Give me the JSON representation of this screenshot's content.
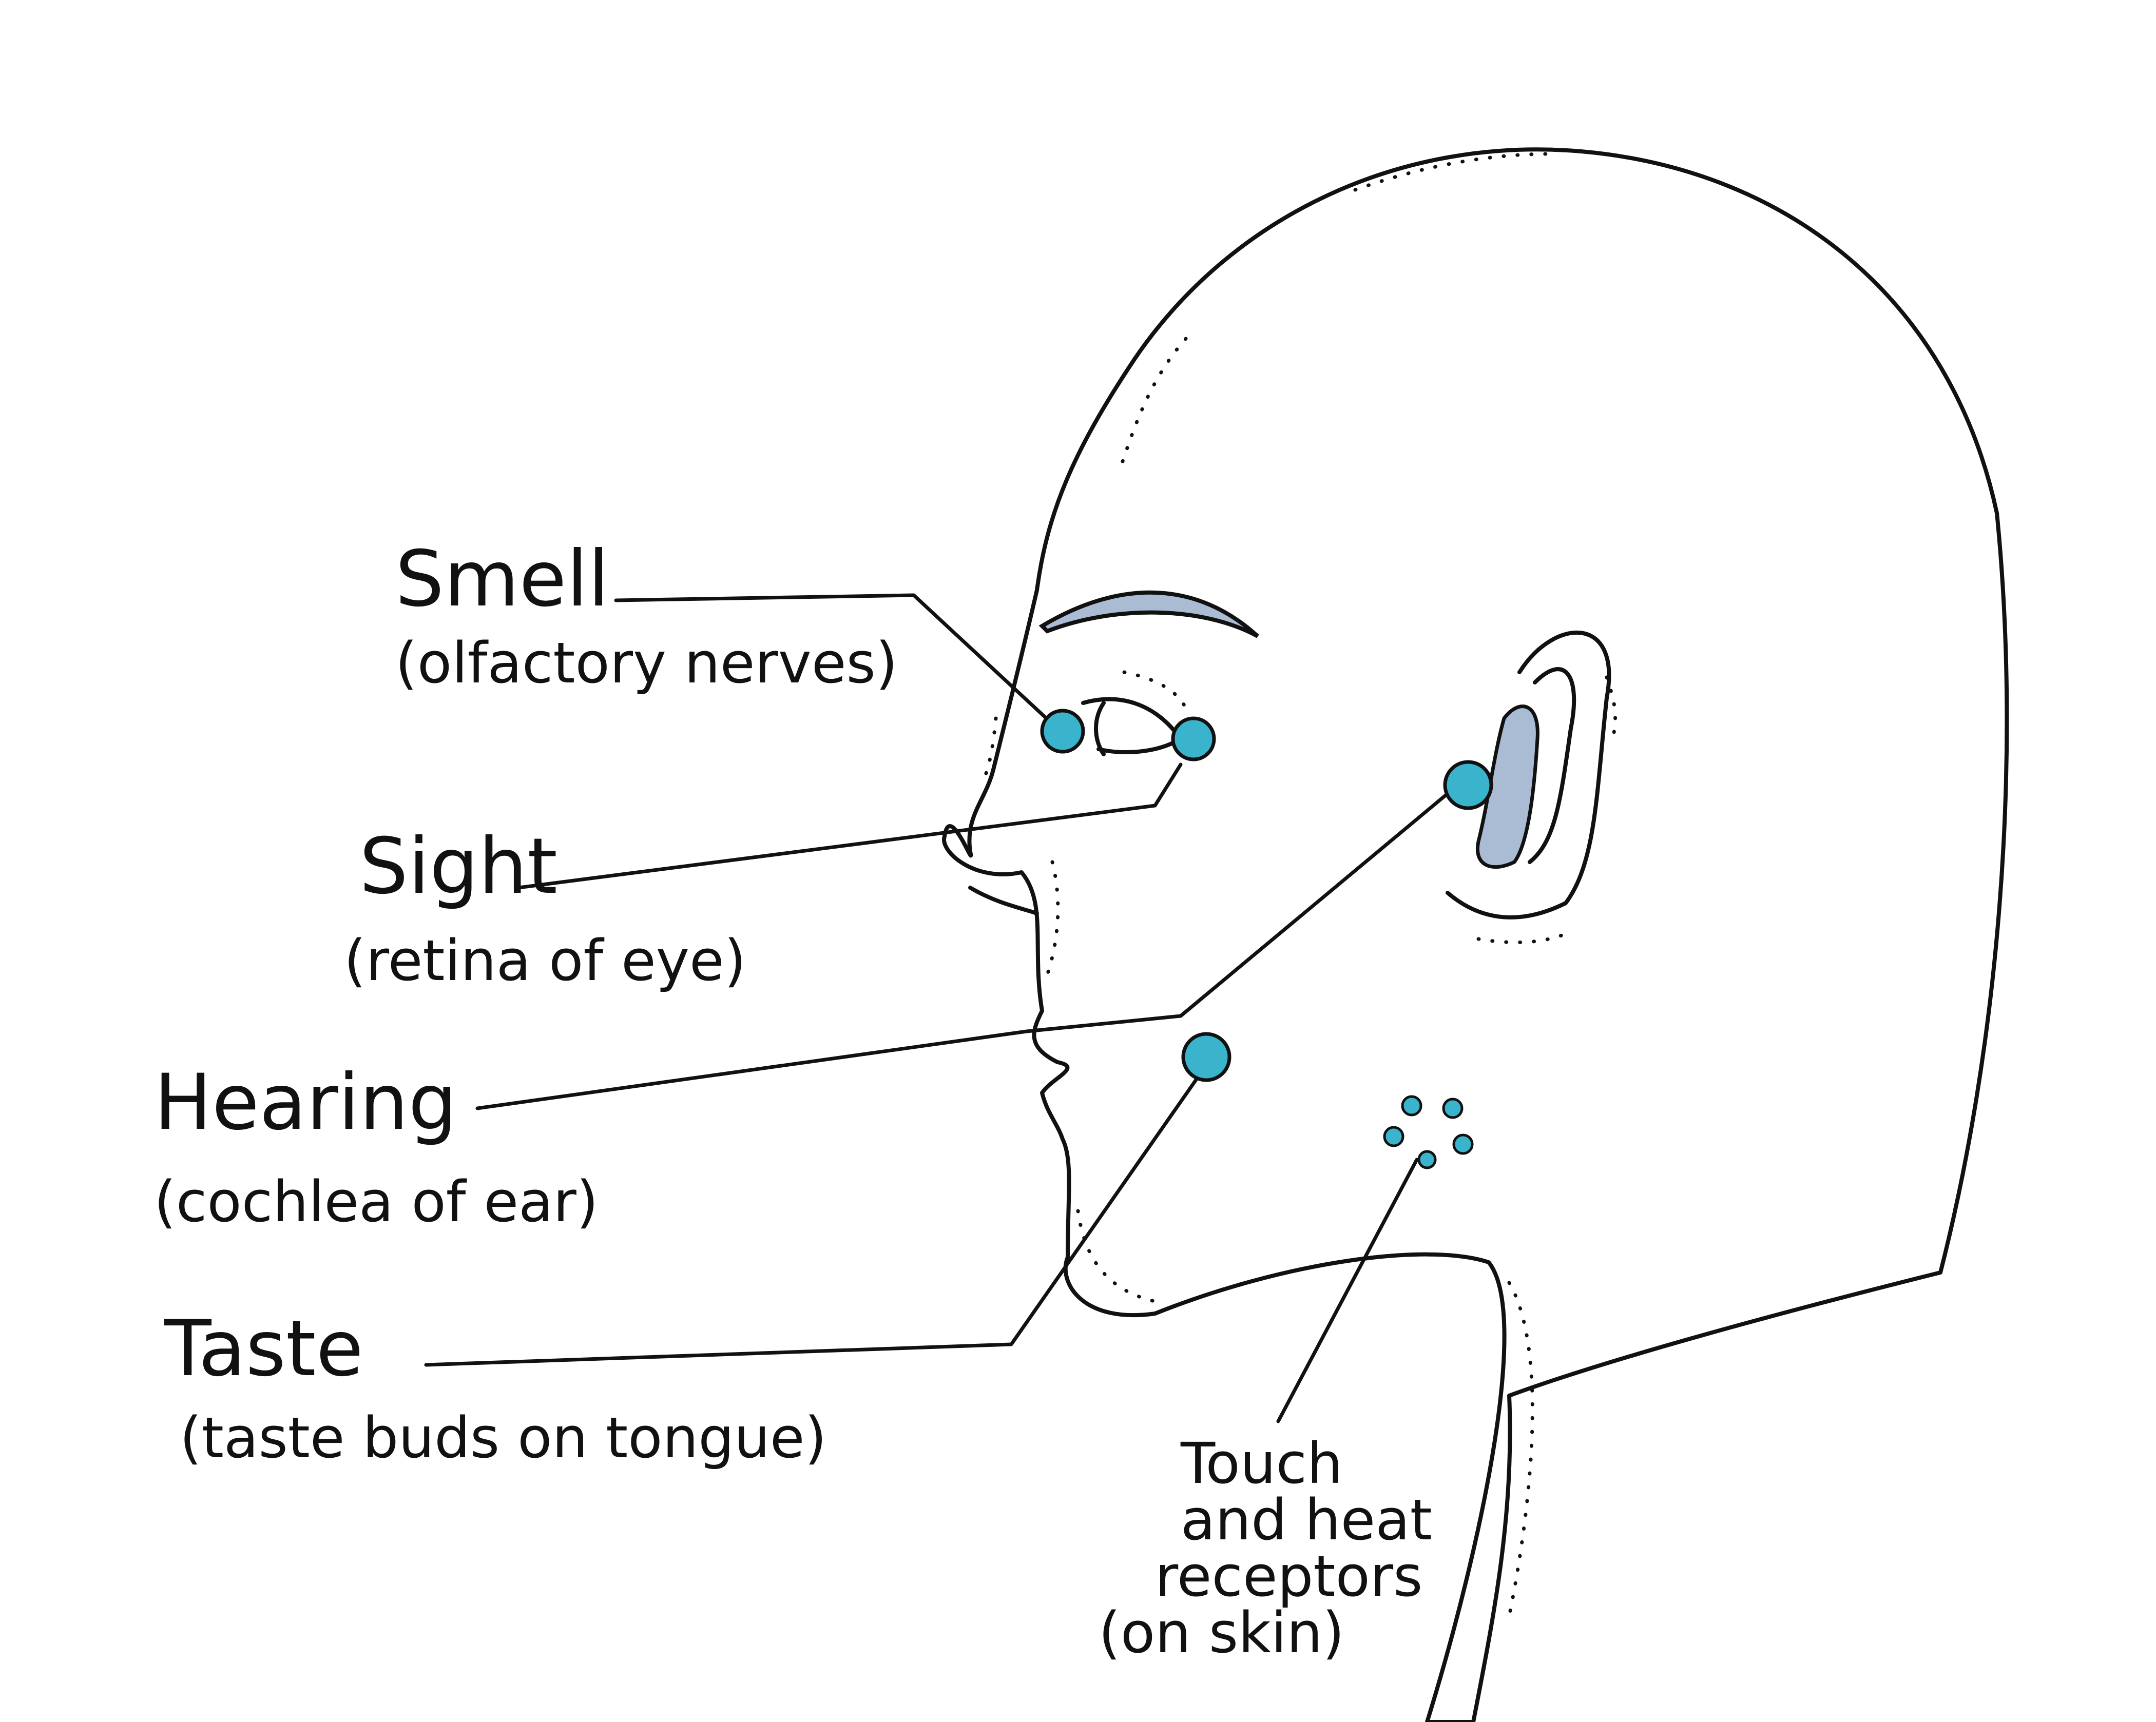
{
  "colors": {
    "skin": "#ccd4de",
    "sensor": "#3ab4cc",
    "brow": "#aabbd4",
    "ink": "#111111",
    "background": "#ffffff"
  },
  "labels": {
    "smell": {
      "title": "Smell",
      "detail": "(olfactory nerves)"
    },
    "sight": {
      "title": "Sight",
      "detail": "(retina of eye)"
    },
    "hearing": {
      "title": "Hearing",
      "detail": "(cochlea of ear)"
    },
    "taste": {
      "title": "Taste",
      "detail": "(taste buds on tongue)"
    },
    "touch": {
      "lines": [
        "Touch",
        "and heat",
        "receptors",
        "(on skin)"
      ]
    }
  }
}
